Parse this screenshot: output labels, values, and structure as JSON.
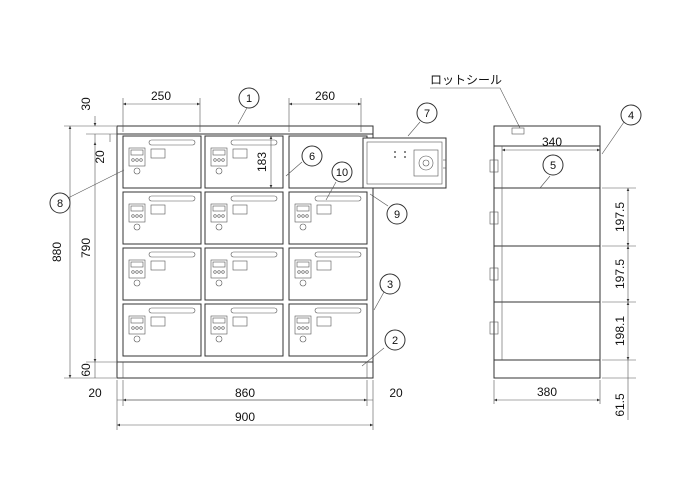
{
  "label_note": "ロットシール",
  "front_view": {
    "dim_top_left_width": "250",
    "dim_top_right_width": "260",
    "dim_top_height": "30",
    "dim_top_gap": "20",
    "dim_door_height": "183",
    "dim_total_height": "880",
    "dim_body_height": "790",
    "dim_base_height": "60",
    "dim_left_margin": "20",
    "dim_inner_width": "860",
    "dim_right_margin": "20",
    "dim_total_width": "900"
  },
  "side_view": {
    "dim_depth_top": "340",
    "dim_row1": "197.5",
    "dim_row2": "197.5",
    "dim_row3": "198.1",
    "dim_base": "61.5",
    "dim_depth_bottom": "380"
  },
  "callouts": [
    "1",
    "2",
    "3",
    "4",
    "5",
    "6",
    "7",
    "8",
    "9",
    "10"
  ]
}
